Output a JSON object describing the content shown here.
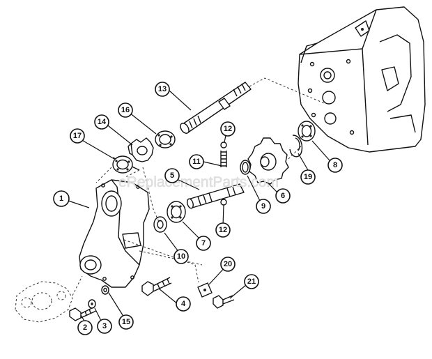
{
  "watermark": "eReplacementParts.com",
  "callouts": [
    {
      "id": "c1",
      "label": "1"
    },
    {
      "id": "c2",
      "label": "2"
    },
    {
      "id": "c3",
      "label": "3"
    },
    {
      "id": "c4",
      "label": "4"
    },
    {
      "id": "c5",
      "label": "5"
    },
    {
      "id": "c6",
      "label": "6"
    },
    {
      "id": "c7",
      "label": "7"
    },
    {
      "id": "c8",
      "label": "8"
    },
    {
      "id": "c9",
      "label": "9"
    },
    {
      "id": "c10",
      "label": "10"
    },
    {
      "id": "c11",
      "label": "11"
    },
    {
      "id": "c12a",
      "label": "12"
    },
    {
      "id": "c12b",
      "label": "12"
    },
    {
      "id": "c13",
      "label": "13"
    },
    {
      "id": "c14",
      "label": "14"
    },
    {
      "id": "c15",
      "label": "15"
    },
    {
      "id": "c16",
      "label": "16"
    },
    {
      "id": "c17",
      "label": "17"
    },
    {
      "id": "c20",
      "label": "20"
    },
    {
      "id": "c21",
      "label": "21"
    },
    {
      "id": "c19",
      "label": "19"
    }
  ]
}
